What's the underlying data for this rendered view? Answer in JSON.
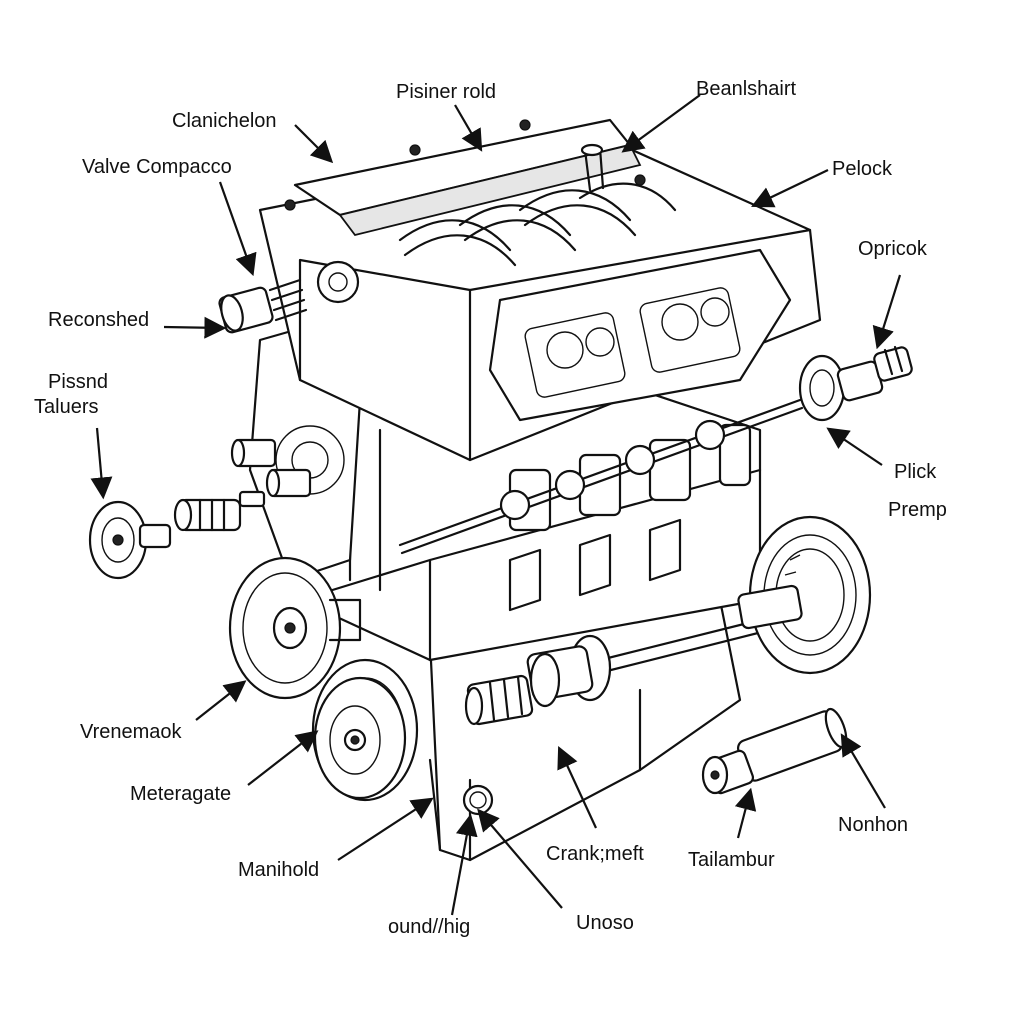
{
  "labels": {
    "clanichelon": "Clanichelon",
    "pisiner_rold": "Pisiner rold",
    "beanlshairt": "Beanlshairt",
    "valve_compacco": "Valve Compacco",
    "pelock": "Pelock",
    "opricok": "Opricok",
    "reconshed": "Reconshed",
    "pissnd": "Pissnd",
    "taluers": "Taluers",
    "plick": "Plick",
    "premp": "Premp",
    "vrenemaok": "Vrenemaok",
    "meteragate": "Meteragate",
    "nonhon": "Nonhon",
    "manihold": "Manihold",
    "crankmeft": "Crank;meft",
    "tailambur": "Tailambur",
    "ound_hig": "ound//hig",
    "unoso": "Unoso"
  },
  "icons": [
    "engine-block",
    "valve-cover",
    "intake-runners",
    "pulley",
    "piston-pin",
    "washer",
    "crankshaft-shaft",
    "flywheel",
    "cylinder-pin"
  ],
  "colors": {
    "ink": "#111111",
    "background": "#ffffff"
  }
}
